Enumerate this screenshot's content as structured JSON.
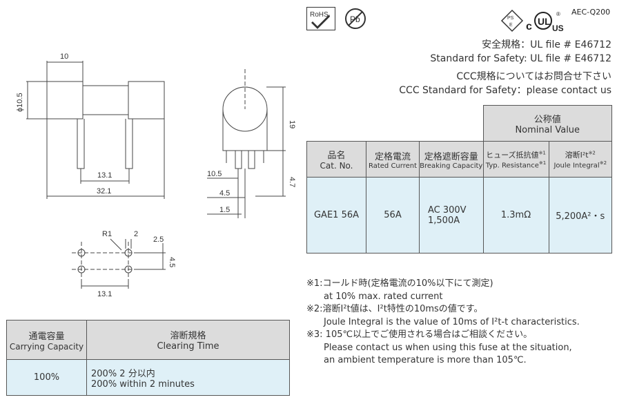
{
  "logos": {
    "rohs": "RoHS",
    "pb": "Pb",
    "pse": "PSE",
    "ul_c": "c",
    "ul_us": "US",
    "aec": "AEC-Q200"
  },
  "safety": {
    "line1": "安全規格：UL file # E46712",
    "line2": "Standard for Safety: UL file # E46712",
    "line3": "CCC規格についてはお問合せ下さい",
    "line4": "CCC Standard for Safety：please contact us"
  },
  "drawing": {
    "dim_10": "10",
    "dim_phi": "ϕ10.5",
    "dim_13_1": "13.1",
    "dim_32_1": "32.1",
    "dim_19": "19",
    "dim_10_5": "10.5",
    "dim_4_7": "4.7",
    "dim_4_5": "4.5",
    "dim_1_5": "1.5",
    "fp_r1": "R1",
    "fp_2": "2",
    "fp_2_5": "2.5",
    "fp_4_5": "4.5",
    "fp_13_1": "13.1"
  },
  "spec_table": {
    "nominal_jp": "公称値",
    "nominal_en": "Nominal Value",
    "headers": [
      {
        "jp": "品名",
        "en": "Cat. No."
      },
      {
        "jp": "定格電流",
        "en": "Rated Current"
      },
      {
        "jp": "定格遮断容量",
        "en": "Breaking Capacity"
      },
      {
        "jp": "ヒューズ抵抗値",
        "sup": "※1",
        "en": "Typ. Resistance",
        "sup2": "※1"
      },
      {
        "jp": "溶断I²t",
        "sup": "※2",
        "en": "Joule Integral",
        "sup2": "※2"
      }
    ],
    "row": {
      "cat": "GAE1 56A",
      "current": "56A",
      "breaking1": "AC 300V",
      "breaking2": "1,500A",
      "resistance": "1.3mΩ",
      "joule": "5,200A²・s"
    }
  },
  "notes": [
    "※1:コールド時(定格電流の10%以下にて測定)",
    "at 10% max. rated current",
    "※2:溶断I²t値は、I²t特性の10msの値です。",
    "Joule Integral is the value of 10ms of I²t-t characteristics.",
    "※3: 105℃以上でご使用される場合はご相談ください。",
    "Please contact us when using this fuse at the situation,",
    "an ambient temperature is more than 105℃."
  ],
  "capacity_table": {
    "h1_jp": "通電容量",
    "h1_en": "Carrying Capacity",
    "h2_jp": "溶断規格",
    "h2_en": "Clearing Time",
    "c1": "100%",
    "c2a": "200% 2 分以内",
    "c2b": "200% within 2 minutes"
  },
  "colors": {
    "header_gray": "#dcdcdc",
    "row_blue": "#dff0f7"
  }
}
